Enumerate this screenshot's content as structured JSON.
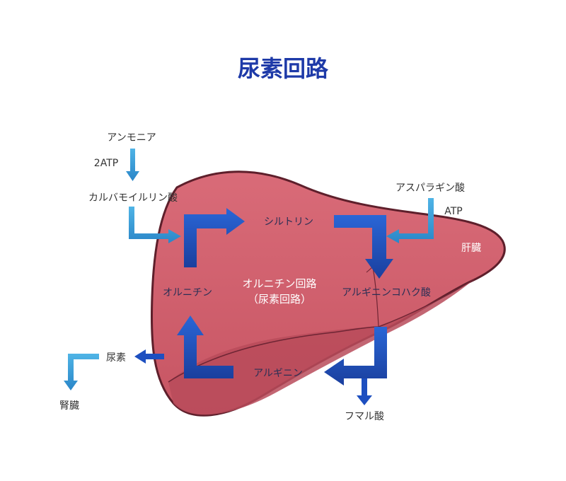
{
  "title": "尿素回路",
  "organ_label": "肝臓",
  "center": {
    "line1": "オルニチン回路",
    "line2": "（尿素回路）"
  },
  "inputs": {
    "ammonia": "アンモニア",
    "atp_2": "2ATP",
    "carbamoyl_phosphate": "カルバモイルリン酸",
    "asparagine_acid": "アスパラギン酸",
    "atp": "ATP"
  },
  "cycle": {
    "citrulline": "シルトリン",
    "argininosuccinate": "アルギニンコハク酸",
    "arginine": "アルギニン",
    "ornithine": "オルニチン"
  },
  "outputs": {
    "urea": "尿素",
    "kidney": "腎臓",
    "fumarate": "フマル酸"
  },
  "colors": {
    "title": "#1e3aa8",
    "liver": "#d0626f",
    "liver_dark": "#a33e4c",
    "liver_outline": "#5e1f2b",
    "cycle_arrow": "#1d4fc0",
    "input_arrow": "#3aa0d8"
  }
}
